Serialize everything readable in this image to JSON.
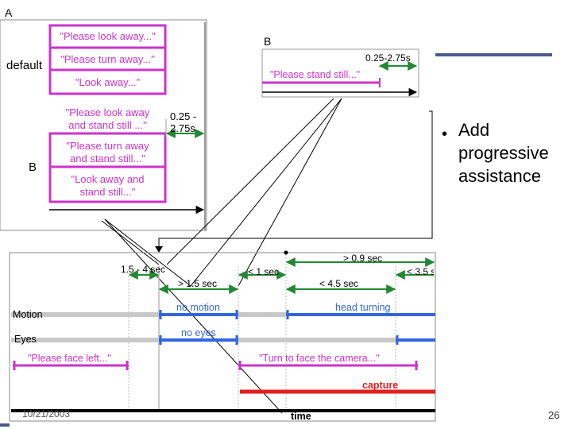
{
  "slide": {
    "bullet": "Add progressive assistance",
    "bullet_lines": [
      "Add",
      "progressive",
      "assistance"
    ],
    "date": "10/21/2003",
    "page_number": "26"
  },
  "panel_a": {
    "letter": "A",
    "default_label": "default",
    "b_label": "B",
    "default_prompts": [
      "\"Please look away...\"",
      "\"Please turn away...\"",
      "\"Look away...\""
    ],
    "b_prompts": [
      [
        "\"Please look away",
        "and stand still ...\""
      ],
      [
        "\"Please turn away",
        "and stand still...\""
      ],
      [
        "\"Look away and",
        "stand still...\""
      ]
    ],
    "duration_label": [
      "0.25 -",
      "2.75s"
    ]
  },
  "panel_b": {
    "letter": "B",
    "duration_label": "0.25-2.75s",
    "prompt": "\"Please stand still...\""
  },
  "timeline": {
    "rows": [
      "Motion",
      "Eyes"
    ],
    "prompt_face_left": "\"Please face left...\"",
    "prompt_turn": "\"Turn to face the camera...\"",
    "capture": "capture",
    "time_axis": "time",
    "no_motion": "no motion",
    "head_turning": "head turning",
    "no_eyes": "no eyes",
    "intervals": {
      "a": "1.5 - 4 sec",
      "b": "> 1.5 sec",
      "c": "< 1 sec",
      "d": "> 0.9 sec",
      "e": "< 4.5 sec",
      "f": "< 3.5 s"
    }
  },
  "colors": {
    "prompt": "#cc33cc",
    "blue_bar": "#3366dd",
    "gray_bar": "#c8c8c8",
    "capture": "#e02020",
    "interval": "#228833",
    "deco_bar": "#4a5a8a"
  }
}
